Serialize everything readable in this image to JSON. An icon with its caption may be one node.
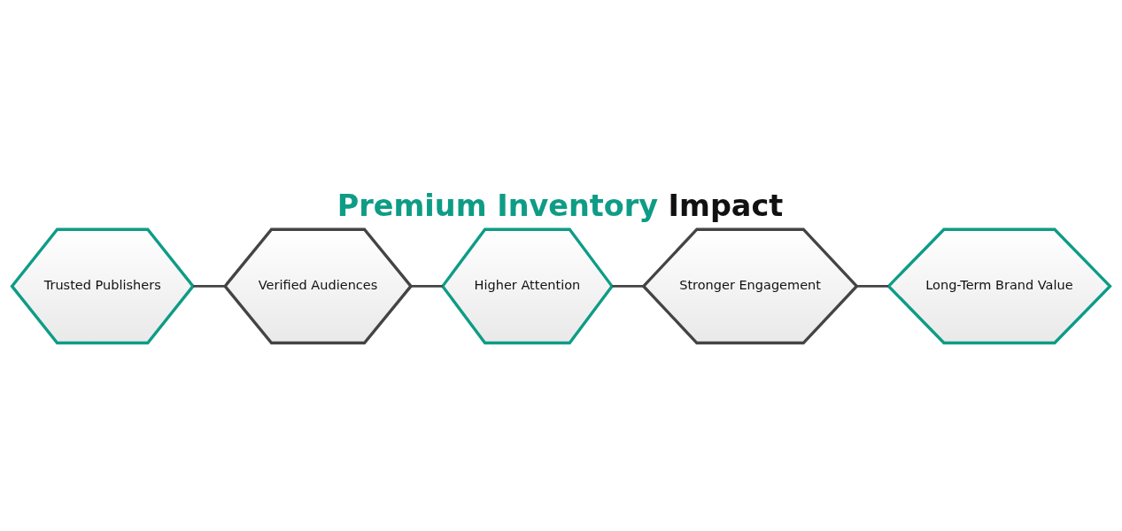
{
  "diagram": {
    "title": "Premium Inventory Impact",
    "nodes": [
      {
        "text": [
          "Trusted Publishers"
        ]
      },
      {
        "text": [
          "Verified Audiences"
        ]
      },
      {
        "text": [
          "Higher Attention"
        ]
      },
      {
        "text": [
          "Stronger Engagement"
        ]
      },
      {
        "text": [
          "Long-Term Brand Value"
        ]
      }
    ],
    "edges": [
      {
        "from": 0,
        "to": 1,
        "arrow": "none"
      },
      {
        "from": 1,
        "to": 2,
        "arrow": "none"
      },
      {
        "from": 2,
        "to": 3,
        "arrow": "none"
      },
      {
        "from": 3,
        "to": 4,
        "arrow": "none"
      }
    ]
  }
}
